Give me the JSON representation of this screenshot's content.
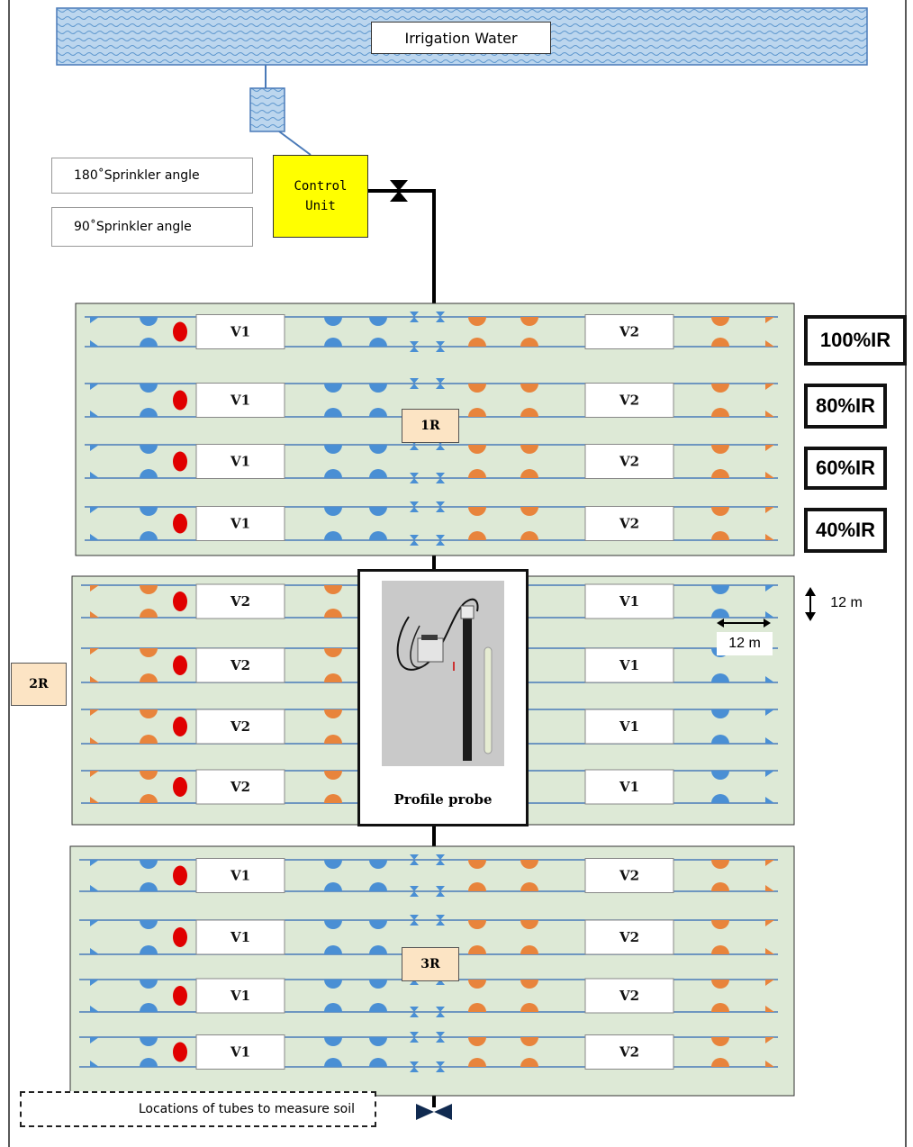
{
  "source": {
    "label": "Irrigation Water"
  },
  "control_unit": {
    "line1": "Control",
    "line2": "Unit"
  },
  "legend": {
    "sprinkler_180": "180˚Sprinkler angle",
    "sprinkler_90": "90˚Sprinkler angle",
    "tube_location": "Locations of tubes to measure soil"
  },
  "replicates": [
    {
      "label": "1R",
      "left_variety": "V1",
      "right_variety": "V2"
    },
    {
      "label": "2R",
      "left_variety": "V2",
      "right_variety": "V1"
    },
    {
      "label": "3R",
      "left_variety": "V1",
      "right_variety": "V2"
    }
  ],
  "treatments": [
    "100%IR",
    "80%IR",
    "60%IR",
    "40%IR"
  ],
  "dimensions": {
    "vertical": "12 m",
    "horizontal": "12 m"
  },
  "probe": {
    "caption": "Profile probe"
  },
  "colors": {
    "water": "#b8d4ec",
    "field": "#dde9d6",
    "v1_sprinkler": "#4a8fd4",
    "v2_sprinkler": "#e8843c",
    "tube_marker": "#e00000",
    "control_unit": "#ffff00",
    "replicate_label": "#fce4c4"
  }
}
